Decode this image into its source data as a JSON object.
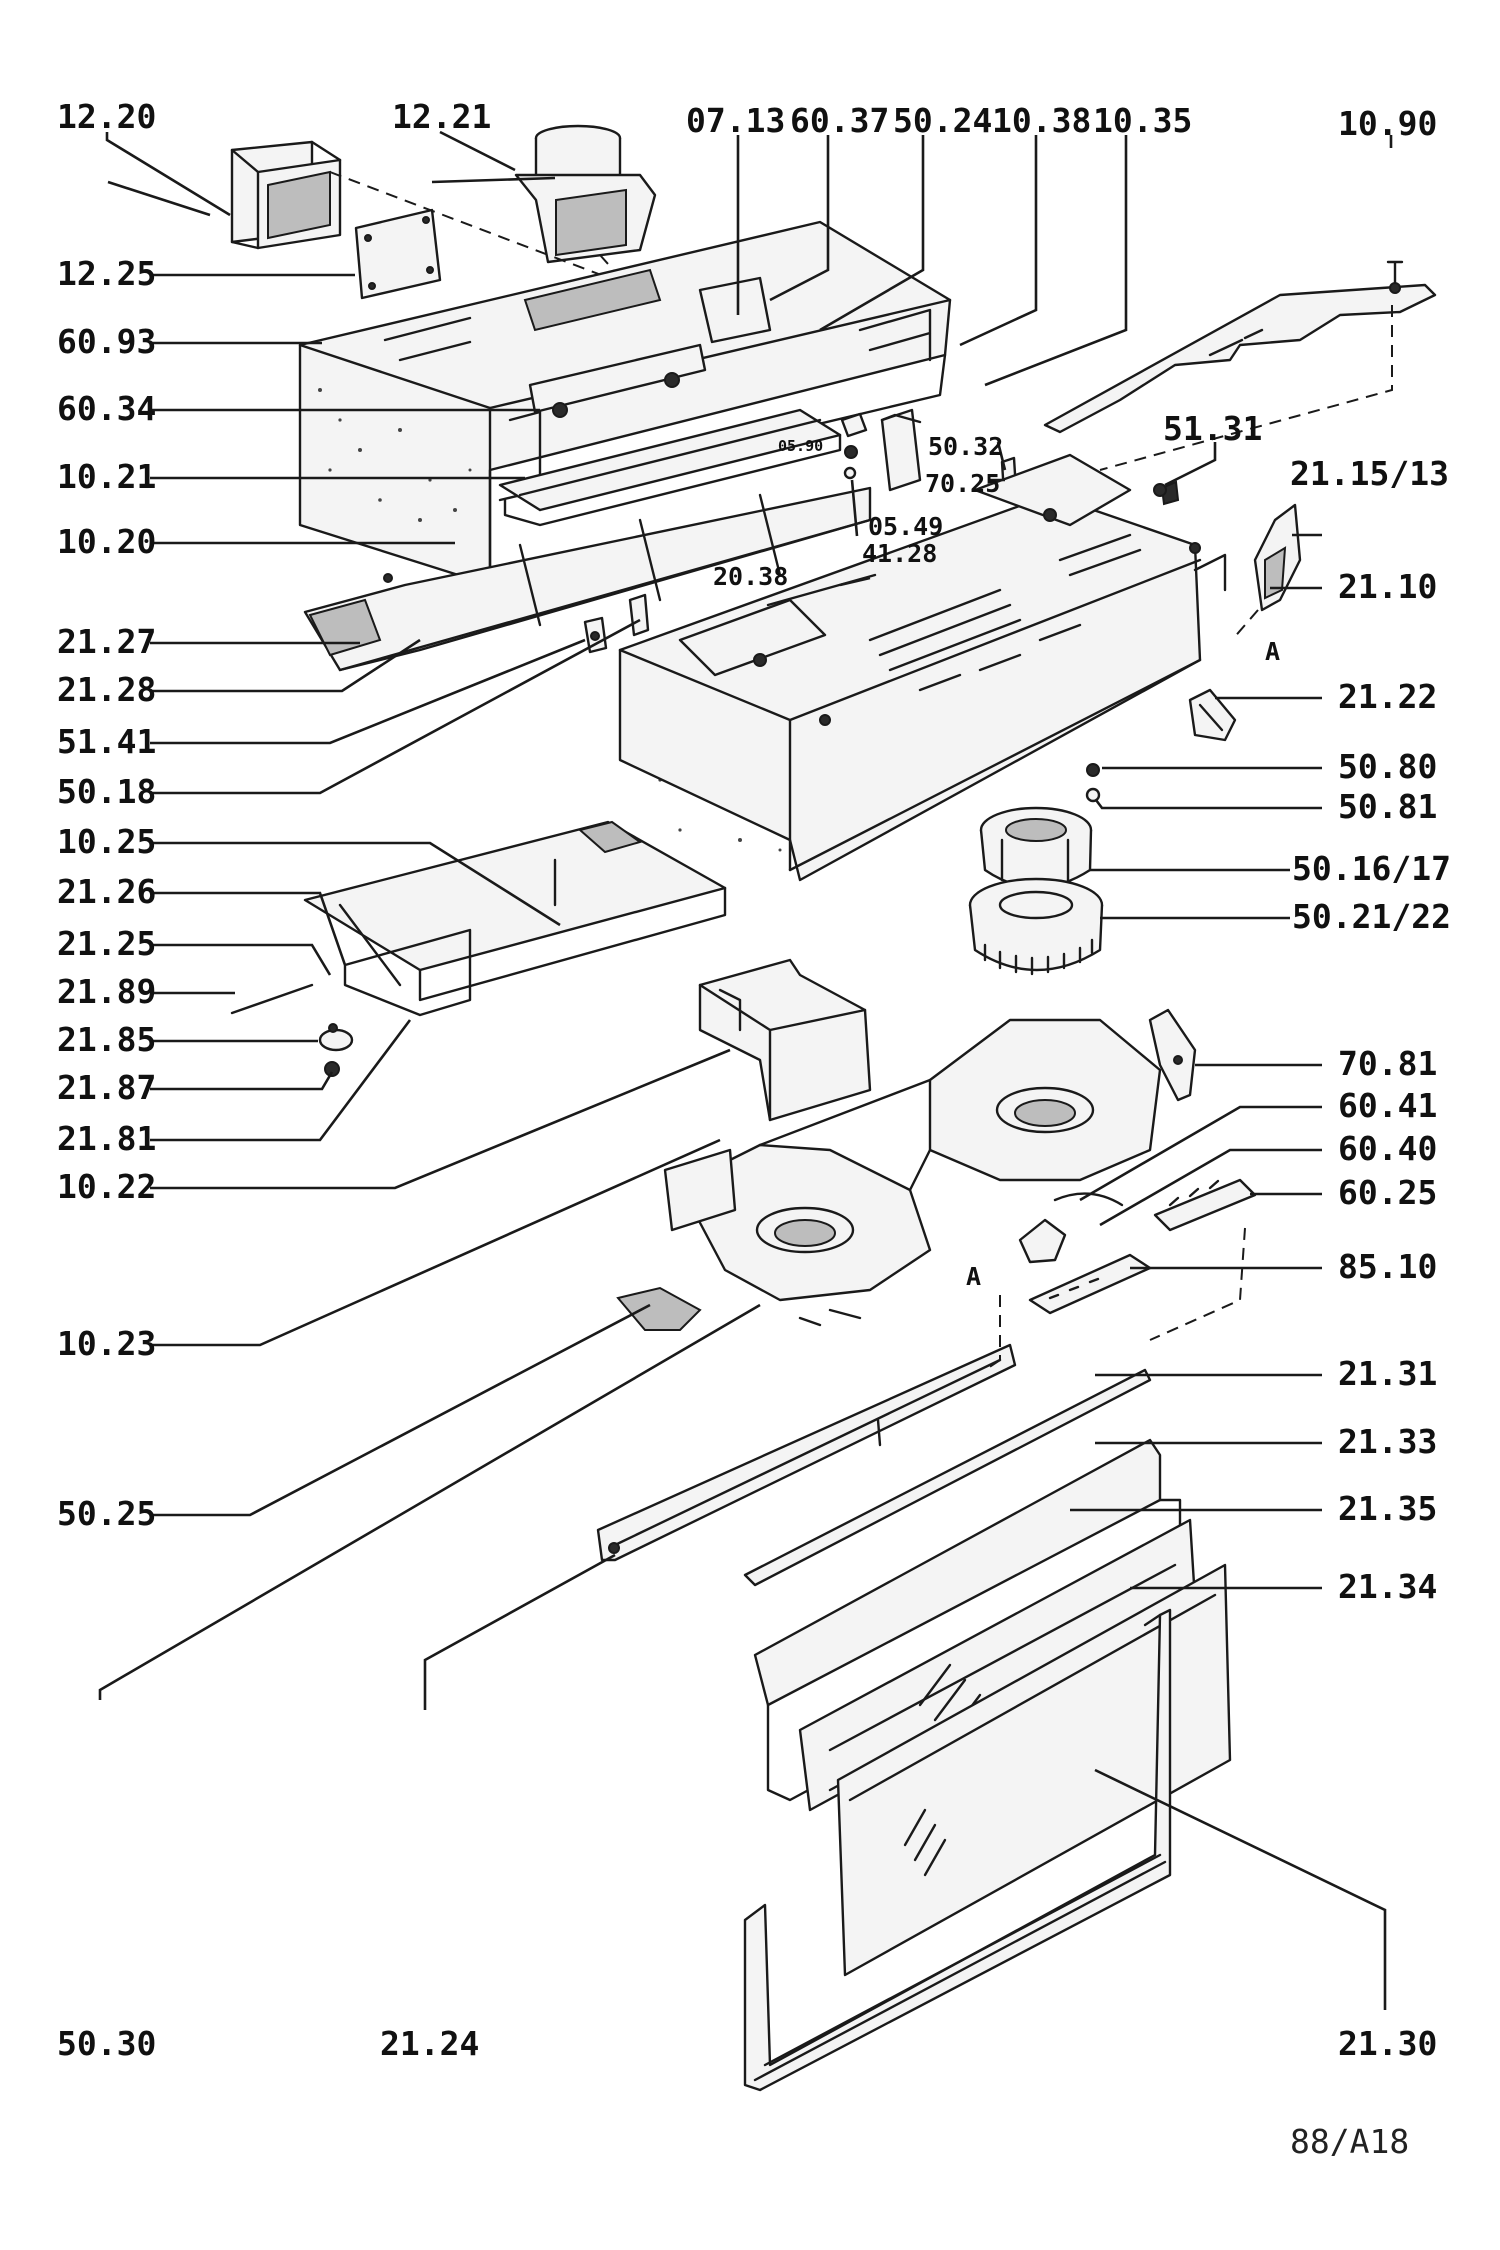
{
  "document_code": "88/A18",
  "callouts": {
    "c1220": "12.20",
    "c1221": "12.21",
    "c0713": "07.13",
    "c6037": "60.37",
    "c5024": "50.24",
    "c1038": "10.38",
    "c1035": "10.35",
    "c1090": "10.90",
    "c1225": "12.25",
    "c6093": "60.93",
    "c6034": "60.34",
    "c1021": "10.21",
    "c1020": "10.20",
    "c2127": "21.27",
    "c2128": "21.28",
    "c5141": "51.41",
    "c5018": "50.18",
    "c1025": "10.25",
    "c2126": "21.26",
    "c2125": "21.25",
    "c2189": "21.89",
    "c2185": "21.85",
    "c2187": "21.87",
    "c2181": "21.81",
    "c1022": "10.22",
    "c1023": "10.23",
    "c5025": "50.25",
    "c5030": "50.30",
    "c2124": "21.24",
    "c2130": "21.30",
    "c5131": "51.31",
    "c211513": "21.15/13",
    "c2110": "21.10",
    "c2122": "21.22",
    "c5080": "50.80",
    "c5081": "50.81",
    "c501617": "50.16/17",
    "c502122": "50.21/22",
    "c7081": "70.81",
    "c6041": "60.41",
    "c6040": "60.40",
    "c6025": "60.25",
    "c8510": "85.10",
    "c2131": "21.31",
    "c2133": "21.33",
    "c2135": "21.35",
    "c2134": "21.34",
    "c2038": "20.38",
    "c5032": "50.32",
    "c7025": "70.25",
    "c0549": "05.49",
    "c4128": "41.28",
    "c0590": "05.90",
    "sectionA1": "A",
    "sectionA2": "A"
  }
}
